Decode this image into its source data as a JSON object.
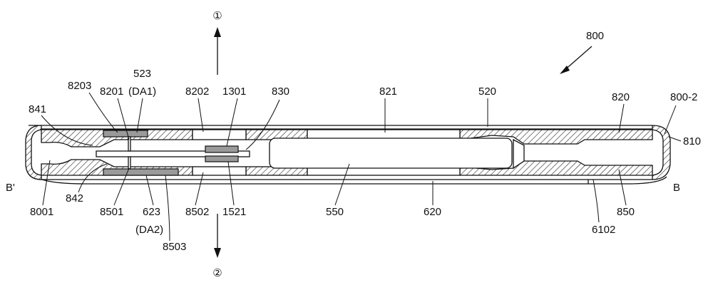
{
  "figure": {
    "device_label": "800",
    "direction_up": "①",
    "direction_down": "②",
    "section_left": "B'",
    "section_right": "B",
    "labels": {
      "l523": "523",
      "lDA1": "(DA1)",
      "l8203": "8203",
      "l8201": "8201",
      "l8202": "8202",
      "l1301": "1301",
      "l830": "830",
      "l821": "821",
      "l520": "520",
      "l820": "820",
      "l800_2": "800-2",
      "l810": "810",
      "l841": "841",
      "l842": "842",
      "l8001": "8001",
      "l8501": "8501",
      "l623": "623",
      "lDA2": "(DA2)",
      "l8503": "8503",
      "l8502": "8502",
      "l1521": "1521",
      "l550": "550",
      "l620": "620",
      "l6102": "6102",
      "l850": "850"
    }
  }
}
